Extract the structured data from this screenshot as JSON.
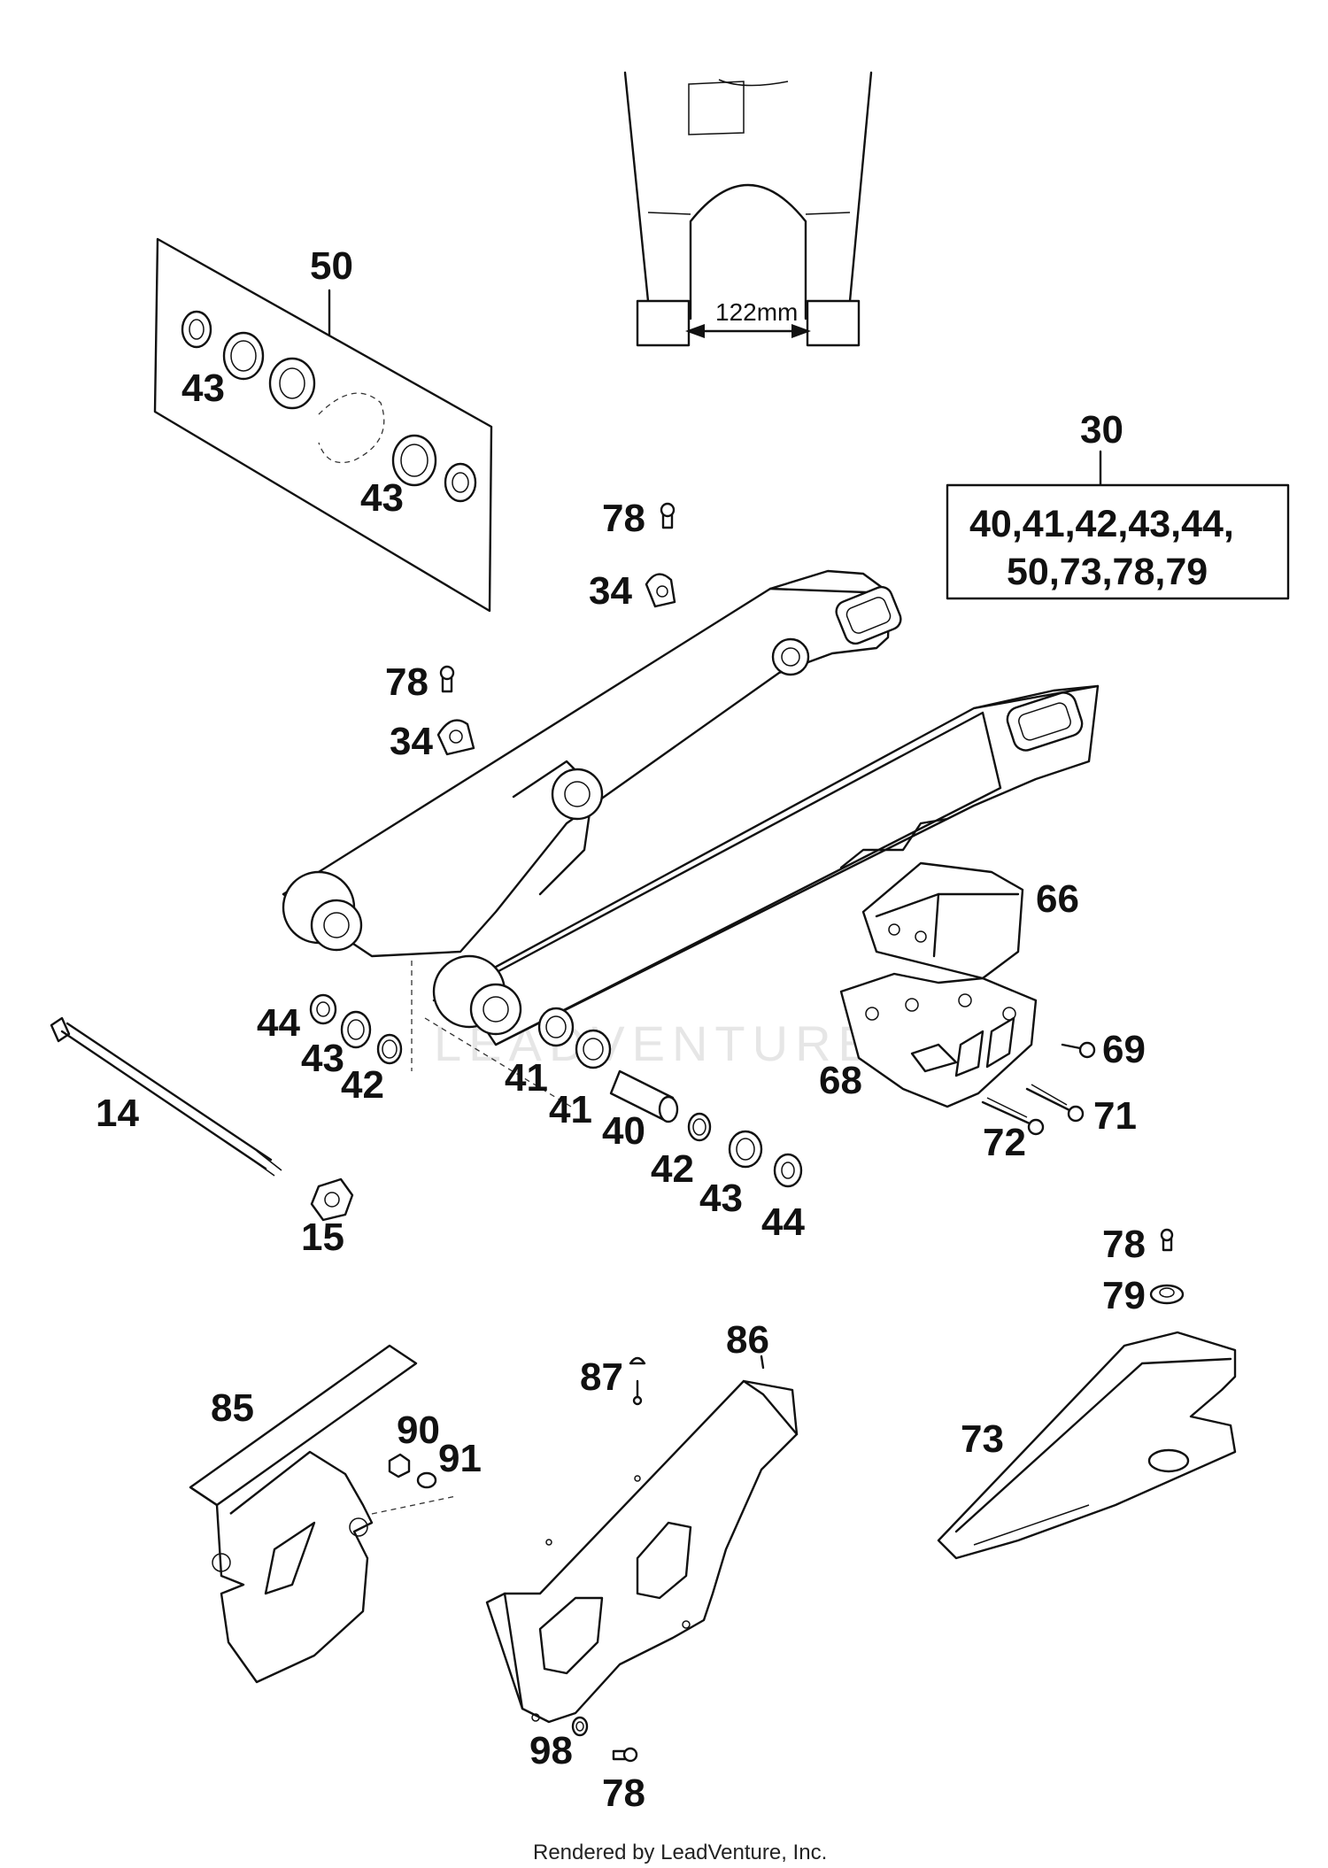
{
  "callouts": {
    "c50": "50",
    "c43a": "43",
    "c43b": "43",
    "c30": "30",
    "kit_line1": "40,41,42,43,44,",
    "kit_line2": "50,73,78,79",
    "c78a": "78",
    "c34a": "34",
    "c78b": "78",
    "c34b": "34",
    "c66": "66",
    "c69": "69",
    "c68": "68",
    "c71": "71",
    "c72": "72",
    "c44a": "44",
    "c43c": "43",
    "c42a": "42",
    "c41a": "41",
    "c41b": "41",
    "c40": "40",
    "c42b": "42",
    "c43d": "43",
    "c44b": "44",
    "c14": "14",
    "c15": "15",
    "c78c": "78",
    "c79": "79",
    "c73": "73",
    "c86": "86",
    "c87": "87",
    "c85": "85",
    "c90": "90",
    "c91": "91",
    "c98": "98",
    "c78d": "78"
  },
  "dimension": "122mm",
  "watermark": "LEADVENTURE",
  "footer": "Rendered by LeadVenture, Inc."
}
